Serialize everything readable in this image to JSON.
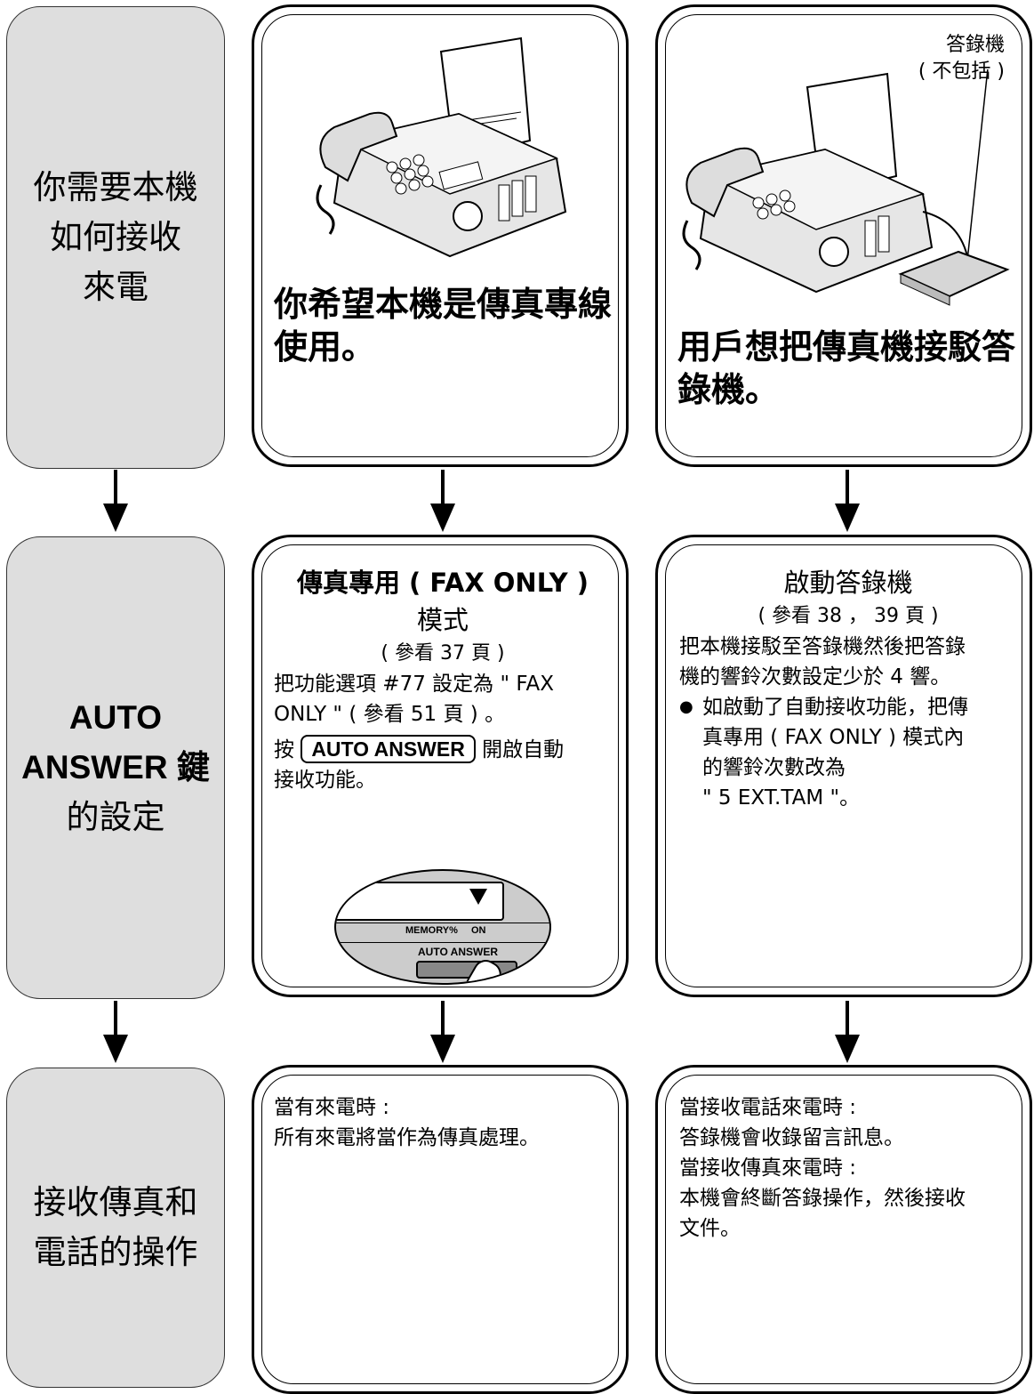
{
  "rows": {
    "row1_label": [
      "你需要本機",
      "如何接收",
      "來電"
    ],
    "row2_label": [
      "AUTO",
      "ANSWER 鍵",
      "的設定"
    ],
    "row3_label": [
      "接收傳真和",
      "電話的操作"
    ]
  },
  "col_fax": {
    "situation": [
      "你希望本機是傳真專線",
      "使用。"
    ],
    "setting_title": "傳真專用 ( FAX ONLY )",
    "setting_title2": "模式",
    "setting_ref": "( 參看 37 頁 )",
    "setting_line1": "把功能選項 #77 設定為 \" FAX",
    "setting_line2": "ONLY \" ( 參看 51 頁 ) 。",
    "setting_press": "按",
    "setting_key": "AUTO ANSWER",
    "setting_press_after": "開啟自動",
    "setting_line4": "接收功能。",
    "panel_memory": "MEMORY%",
    "panel_on": "ON",
    "panel_auto_answer": "AUTO ANSWER",
    "operation": [
      "當有來電時 :",
      "所有來電將當作為傳真處理。"
    ]
  },
  "col_tam": {
    "tam_label": "答錄機",
    "tam_label2": "( 不包括 )",
    "situation": [
      "用戶想把傳真機接駁答",
      "錄機。"
    ],
    "setting_title": "啟動答錄機",
    "setting_ref": "( 參看 38 ， 39 頁 )",
    "setting_line1": "把本機接駁至答錄機然後把答錄",
    "setting_line2": "機的響鈴次數設定少於 4 響。",
    "bullet1": "如啟動了自動接收功能，把傳",
    "bullet2": "真專用 ( FAX ONLY ) 模式內",
    "bullet3": "的響鈴次數改為",
    "bullet4": "\" 5 EXT.TAM \"。",
    "operation": [
      "當接收電話來電時 :",
      "答錄機會收錄留言訊息。",
      "當接收傳真來電時 :",
      "本機會終斷答錄操作，然後接收",
      "文件。"
    ]
  }
}
